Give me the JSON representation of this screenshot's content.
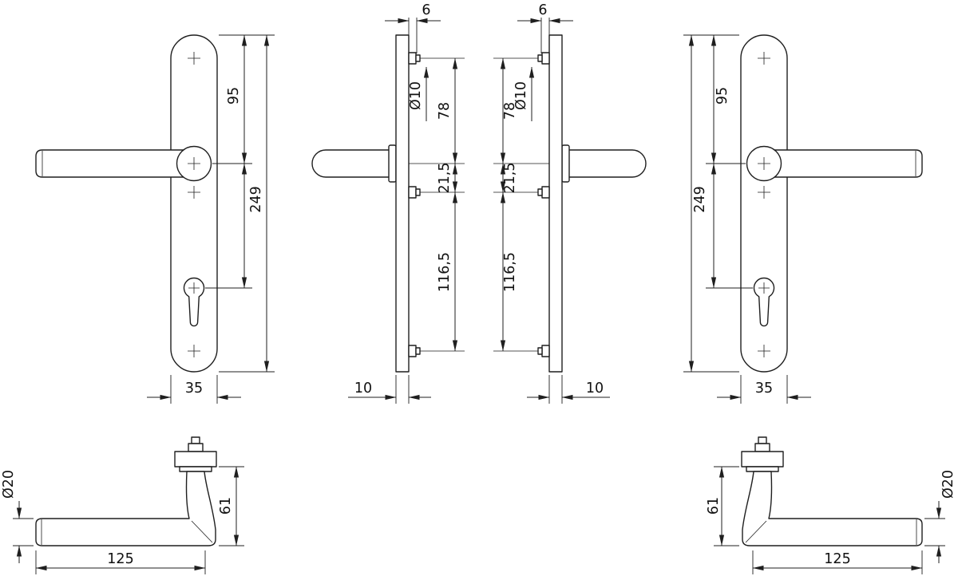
{
  "drawing": {
    "type": "technical-dimension-drawing",
    "subject": "door-handle-set-with-long-backplates",
    "line_color": "#1f1f1f",
    "background": "#ffffff",
    "views": {
      "front_left": {
        "dims": {
          "d95": "95",
          "d249": "249",
          "d35": "35"
        }
      },
      "side_left": {
        "dims": {
          "d6": "6",
          "dia10": "Ø10",
          "d78": "78",
          "d21_5": "21,5",
          "d116_5": "116,5",
          "d10": "10"
        }
      },
      "side_right": {
        "dims": {
          "d6": "6",
          "dia10": "Ø10",
          "d78": "78",
          "d21_5": "21,5",
          "d116_5": "116,5",
          "d10": "10"
        }
      },
      "front_right": {
        "dims": {
          "d95": "95",
          "d249": "249",
          "d35": "35"
        }
      },
      "lever_left": {
        "dims": {
          "dia20": "Ø20",
          "d61": "61",
          "d125": "125"
        }
      },
      "lever_right": {
        "dims": {
          "dia20": "Ø20",
          "d61": "61",
          "d125": "125"
        }
      }
    }
  }
}
